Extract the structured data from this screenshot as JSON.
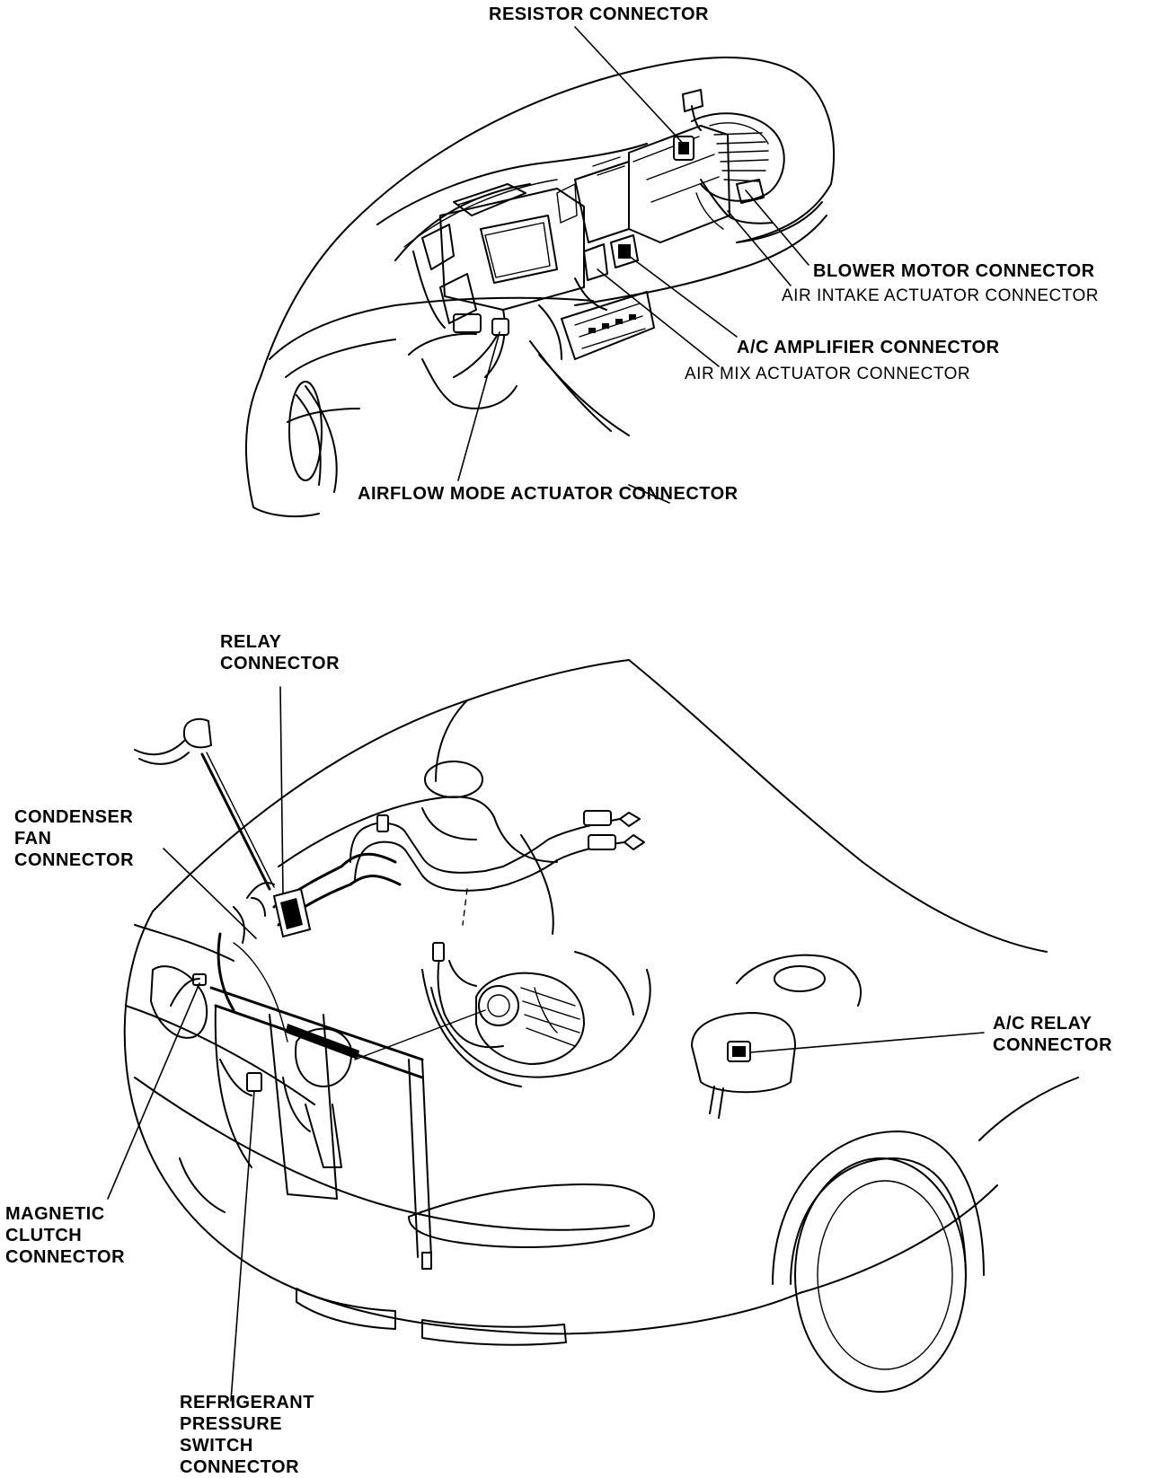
{
  "dashboard_view": {
    "labels": {
      "resistor": "RESISTOR CONNECTOR",
      "blower_motor": "BLOWER MOTOR CONNECTOR",
      "air_intake": "AIR INTAKE ACTUATOR CONNECTOR",
      "ac_amplifier": "A/C AMPLIFIER CONNECTOR",
      "air_mix": "AIR MIX ACTUATOR CONNECTOR",
      "airflow_mode": "AIRFLOW MODE ACTUATOR CONNECTOR"
    }
  },
  "engine_view": {
    "labels": {
      "relay": [
        "RELAY",
        "CONNECTOR"
      ],
      "condenser_fan": [
        "CONDENSER",
        "FAN",
        "CONNECTOR"
      ],
      "ac_relay": [
        "A/C RELAY",
        "CONNECTOR"
      ],
      "magnetic_clutch": [
        "MAGNETIC",
        "CLUTCH",
        "CONNECTOR"
      ],
      "refrigerant_pressure": [
        "REFRIGERANT",
        "PRESSURE",
        "SWITCH",
        "CONNECTOR"
      ]
    }
  }
}
